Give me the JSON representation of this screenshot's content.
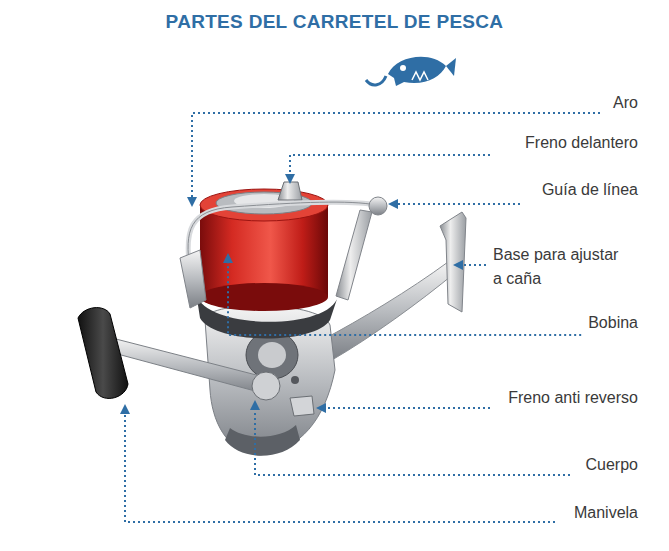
{
  "diagram": {
    "title": "PARTES DEL CARRETEL DE PESCA",
    "labels": [
      "Aro",
      "Freno delantero",
      "Guía de línea",
      "Base para ajustar a caña",
      "Bobina",
      "Freno anti reverso",
      "Cuerpo",
      "Manivela"
    ]
  }
}
